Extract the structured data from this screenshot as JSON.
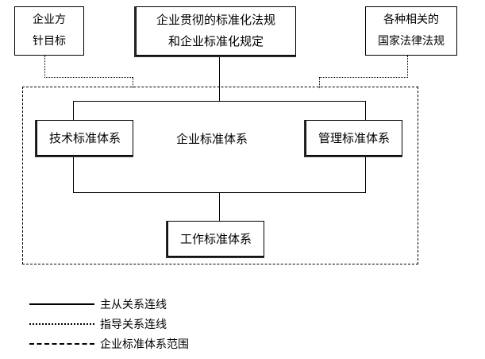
{
  "diagram": {
    "title": "企业标准体系",
    "top_boxes": [
      {
        "name": "policy-goals",
        "lines": [
          "企业方",
          "针目标"
        ],
        "style": "plain"
      },
      {
        "name": "standardization-regulations",
        "lines": [
          "企业贯彻的标准化法规",
          "和企业标准化规定"
        ],
        "style": "shadowed"
      },
      {
        "name": "national-laws",
        "lines": [
          "各种相关的",
          "国家法律法规"
        ],
        "style": "plain"
      }
    ],
    "scope_label": "企业标准体系",
    "system_boxes": [
      {
        "name": "technical-standard-system",
        "label": "技术标准体系"
      },
      {
        "name": "management-standard-system",
        "label": "管理标准体系"
      },
      {
        "name": "work-standard-system",
        "label": "工作标准体系"
      }
    ]
  },
  "legend": {
    "items": [
      {
        "style": "solid",
        "label": "主从关系连线"
      },
      {
        "style": "dotted",
        "label": "指导关系连线"
      },
      {
        "style": "dashed",
        "label": "企业标准体系范围"
      }
    ]
  },
  "colors": {
    "stroke": "#000000",
    "background": "#ffffff",
    "shadow": "#2b2b2b"
  }
}
